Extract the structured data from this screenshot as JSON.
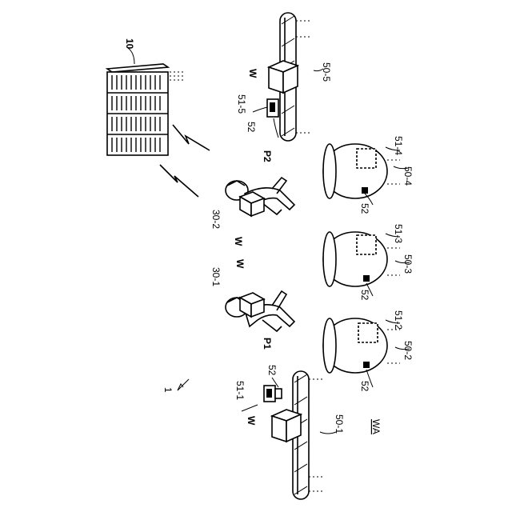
{
  "labels": {
    "system": "1",
    "server": "10",
    "area": "WA",
    "person1": "P1",
    "person2": "P2",
    "wearable1": "30-1",
    "wearable2": "30-2",
    "workpiece": "W",
    "station1": "50-1",
    "station2": "50-2",
    "station3": "50-3",
    "station4": "50-4",
    "station5": "50-5",
    "display1": "51-1",
    "display2": "51-2",
    "display3": "51-3",
    "display4": "51-4",
    "display5": "51-5",
    "marker": "52"
  }
}
